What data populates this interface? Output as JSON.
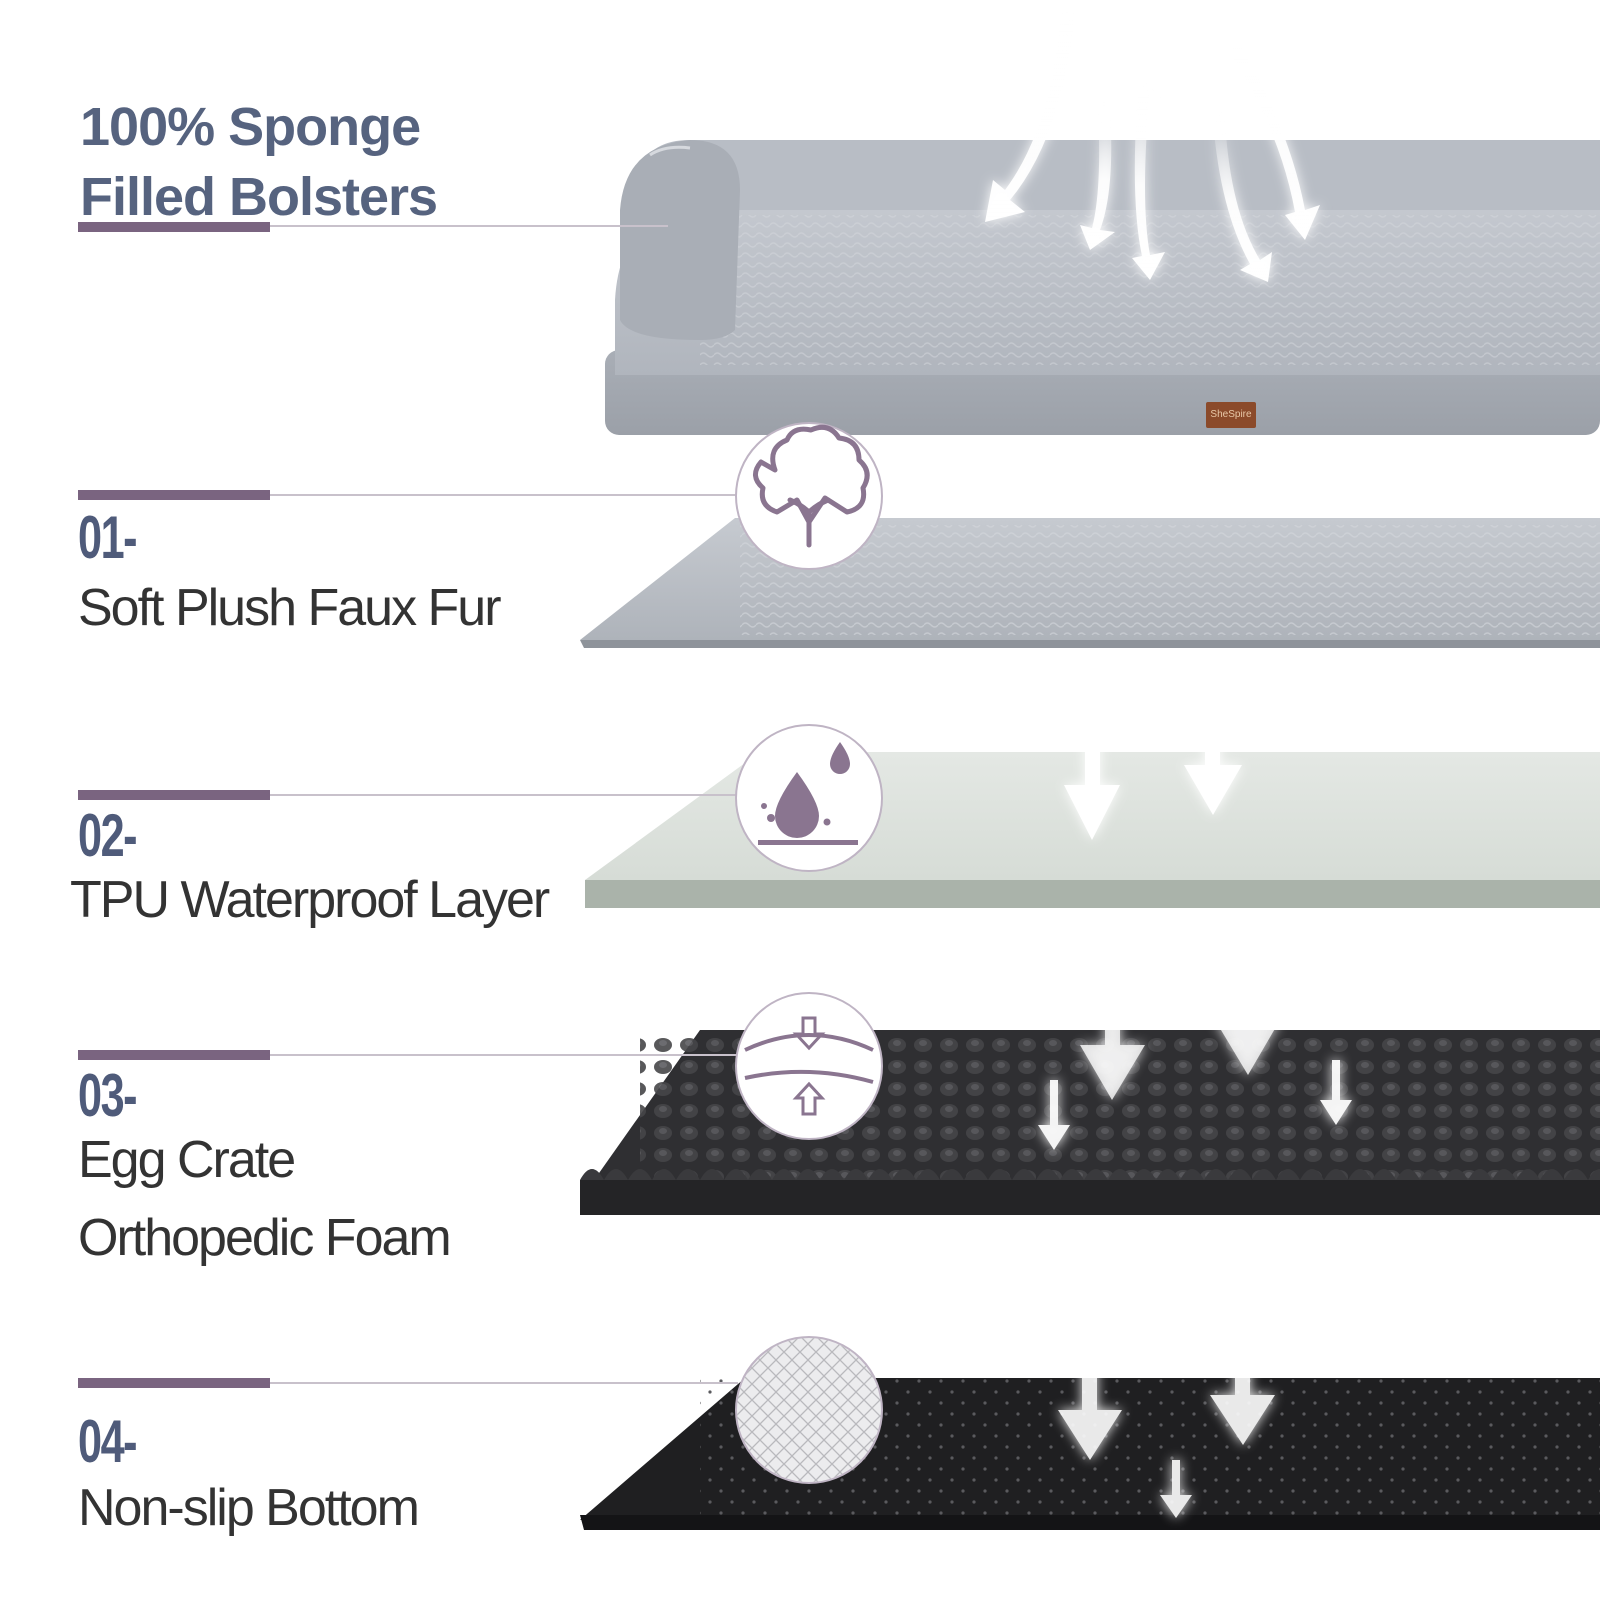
{
  "title": {
    "line1": "100% Sponge",
    "line2": "Filled Bolsters"
  },
  "layers": [
    {
      "num": "01-",
      "lines": [
        "Soft Plush Faux Fur"
      ],
      "icon": "cotton-icon"
    },
    {
      "num": "02-",
      "lines": [
        "TPU Waterproof Layer"
      ],
      "icon": "water-drop-icon"
    },
    {
      "num": "03-",
      "lines": [
        "Egg Crate",
        "Orthopedic Foam"
      ],
      "icon": "compression-icon"
    },
    {
      "num": "04-",
      "lines": [
        "Non-slip Bottom"
      ],
      "icon": "non-slip-texture-icon"
    }
  ],
  "brand_label": "SheSpire",
  "colors": {
    "title": "#56637f",
    "number": "#4f5b7a",
    "label": "#333333",
    "accent_bar": "#7a6480",
    "icon_fill": "#8a7590",
    "bed_gray": "#b7bcc4",
    "tpu_green": "#dfe5df",
    "foam_dark": "#2e2e30"
  }
}
